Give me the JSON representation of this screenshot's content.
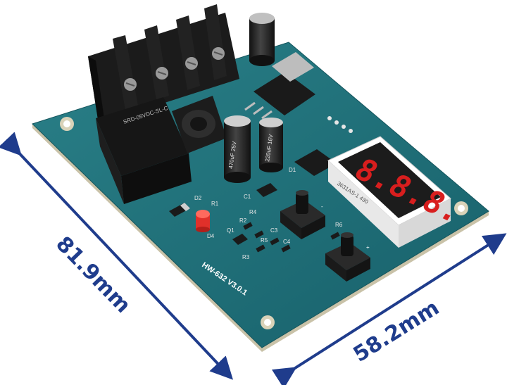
{
  "dimensions": {
    "length_label": "81.9mm",
    "width_label": "58.2mm"
  },
  "board": {
    "model_label": "HW-632 V3.0.1",
    "display_digits": "8.8.8.",
    "display_part": "3631AS-1 430",
    "capacitor_1_label": "470uF 25V",
    "capacitor_2_label": "220uF 16V",
    "relay_label": "SRD-05VDC-SL-C",
    "silkscreen": {
      "minus": "-",
      "plus": "+",
      "d1": "D1",
      "d2": "D2",
      "d4": "D4",
      "q1": "Q1",
      "r1": "R1",
      "r2": "R2",
      "r3": "R3",
      "r4": "R4",
      "r5": "R5",
      "r6": "R6",
      "c1": "C1",
      "c3": "C3",
      "c4": "C4"
    }
  },
  "colors": {
    "pcb": "#1f6f78",
    "arrow": "#1f3c8c",
    "terminal": "#1b1b1b",
    "display_red": "#d81e1e",
    "led_red": "#e0302a"
  }
}
